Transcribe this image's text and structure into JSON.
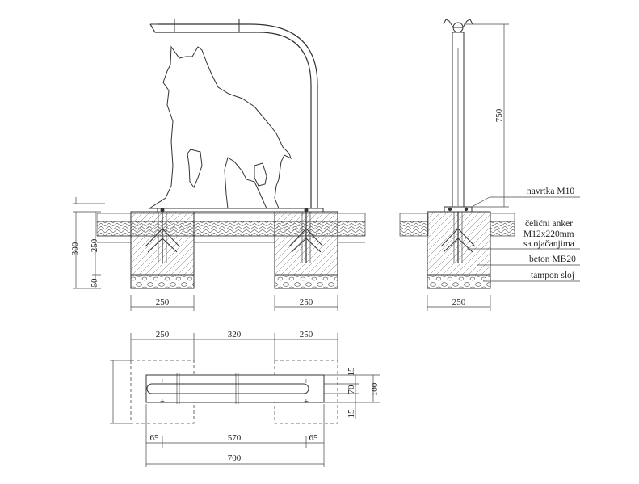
{
  "elevation": {
    "footing_width_left": "250",
    "footing_width_right": "250",
    "depth_total": "300",
    "depth_concrete": "250",
    "depth_gravel": "50"
  },
  "side_view": {
    "post_height": "750",
    "footing_width": "250",
    "labels": {
      "nut": "navrtka M10",
      "anchor_line1": "čelični anker",
      "anchor_line2": "M12x220mm",
      "anchor_line3": "sa ojačanjima",
      "concrete": "beton MB20",
      "gravel": "tampon sloj"
    }
  },
  "plan": {
    "top_dims": [
      "250",
      "320",
      "250"
    ],
    "bottom_dims": [
      "65",
      "570",
      "65"
    ],
    "overall_width": "700",
    "right_dims": [
      "15",
      "70",
      "100",
      "15"
    ]
  }
}
